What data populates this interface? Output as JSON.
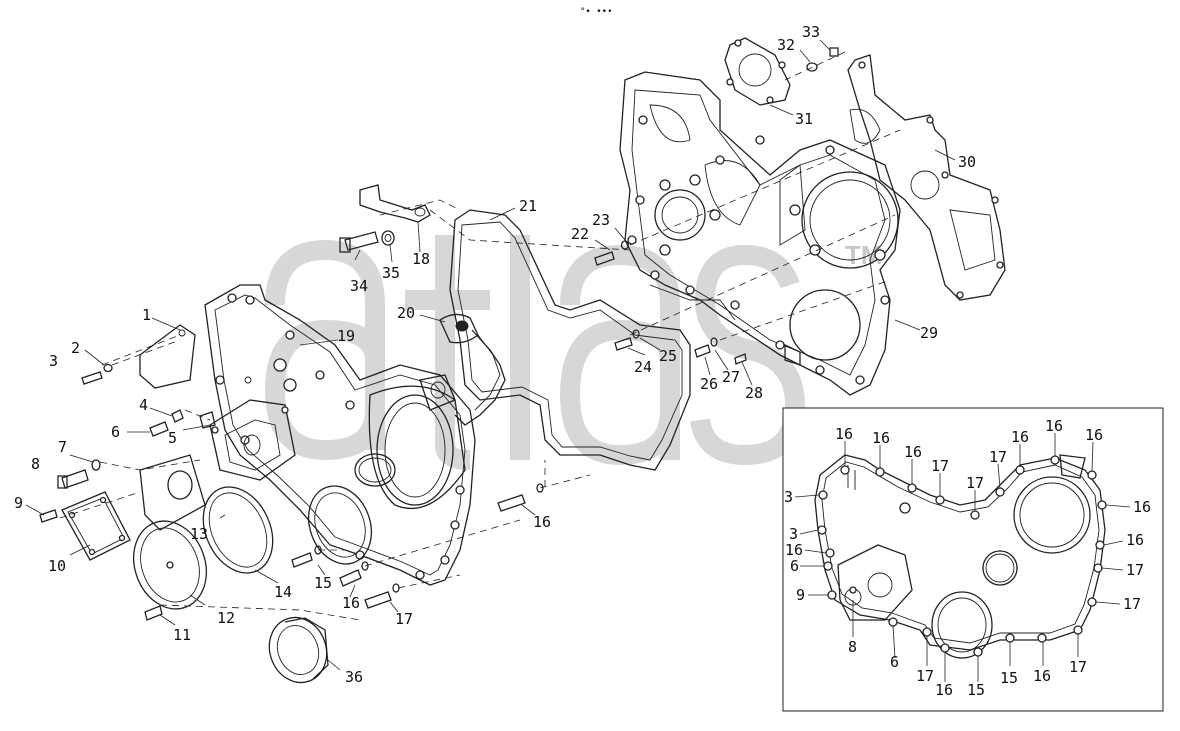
{
  "header_mark": "°• •••",
  "watermark": {
    "text": "atlas",
    "tm": "TM",
    "color": "#bdbdbd"
  },
  "callouts": {
    "p1": "1",
    "p2": "2",
    "p3": "3",
    "p4": "4",
    "p5": "5",
    "p6": "6",
    "p7": "7",
    "p8": "8",
    "p9": "9",
    "p10": "10",
    "p11": "11",
    "p12": "12",
    "p13": "13",
    "p14": "14",
    "p15": "15",
    "p16": "16",
    "p17": "17",
    "p18": "18",
    "p19": "19",
    "p20": "20",
    "p21": "21",
    "p22": "22",
    "p23": "23",
    "p24": "24",
    "p25": "25",
    "p26": "26",
    "p27": "27",
    "p28": "28",
    "p29": "29",
    "p30": "30",
    "p31": "31",
    "p32": "32",
    "p33": "33",
    "p34": "34",
    "p35": "35",
    "p36": "36"
  },
  "inset": {
    "labels": [
      "16",
      "16",
      "16",
      "17",
      "17",
      "17",
      "16",
      "16",
      "16",
      "16",
      "16",
      "17",
      "17",
      "17",
      "16",
      "15",
      "15",
      "16",
      "17",
      "3",
      "3",
      "16",
      "6",
      "9",
      "8",
      "6"
    ]
  }
}
